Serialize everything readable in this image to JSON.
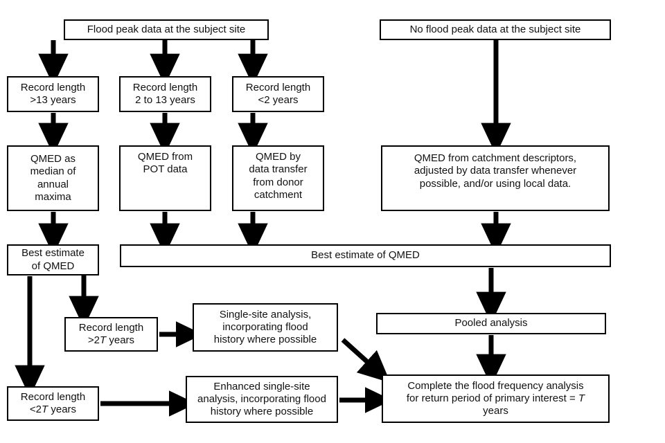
{
  "diagram": {
    "title": "Flood frequency estimation procedure flowchart",
    "background_color": "#ffffff",
    "line_color": "#000000",
    "text_color": "#111111",
    "nodes": {
      "flood_peak_data": "Flood peak data at the subject site",
      "no_flood_peak_data": "No flood peak data at the subject site",
      "record_gt13": "Record length\n>13 years",
      "record_2to13": "Record length\n2 to 13 years",
      "record_lt2": "Record length\n<2 years",
      "qmed_annual_maxima": "QMED as\nmedian of\nannual\nmaxima",
      "qmed_pot": "QMED from\nPOT data",
      "qmed_data_transfer": "QMED by\ndata transfer\nfrom donor\ncatchment",
      "qmed_catchment_descriptors": "QMED from catchment descriptors,\nadjusted by data transfer whenever\npossible, and/or using local data.",
      "best_estimate_left": "Best estimate\nof QMED",
      "best_estimate_wide": "Best estimate of QMED",
      "record_gt2T_pre": "Record length\n>2",
      "record_gt2T_italic": "T",
      "record_gt2T_post": " years",
      "record_lt2T_pre": "Record length\n<2",
      "record_lt2T_italic": "T",
      "record_lt2T_post": " years",
      "single_site": "Single-site analysis,\nincorporating flood\nhistory where possible",
      "enhanced_single_site": "Enhanced single-site\nanalysis, incorporating flood\nhistory where possible",
      "pooled_analysis": "Pooled analysis",
      "complete_pre": "Complete the flood frequency analysis\nfor return period of primary interest = ",
      "complete_italic": "T",
      "complete_post": "\nyears"
    },
    "edges": [
      {
        "from": "flood_peak_data",
        "to": "record_gt13",
        "kind": "vertical"
      },
      {
        "from": "flood_peak_data",
        "to": "record_2to13",
        "kind": "vertical"
      },
      {
        "from": "flood_peak_data",
        "to": "record_lt2",
        "kind": "vertical"
      },
      {
        "from": "no_flood_peak_data",
        "to": "qmed_catchment_descriptors",
        "kind": "vertical"
      },
      {
        "from": "record_gt13",
        "to": "qmed_annual_maxima",
        "kind": "vertical"
      },
      {
        "from": "record_2to13",
        "to": "qmed_pot",
        "kind": "vertical"
      },
      {
        "from": "record_lt2",
        "to": "qmed_data_transfer",
        "kind": "vertical"
      },
      {
        "from": "qmed_annual_maxima",
        "to": "best_estimate_left",
        "kind": "vertical"
      },
      {
        "from": "qmed_pot",
        "to": "best_estimate_wide",
        "kind": "vertical"
      },
      {
        "from": "qmed_data_transfer",
        "to": "best_estimate_wide",
        "kind": "vertical"
      },
      {
        "from": "qmed_catchment_descriptors",
        "to": "best_estimate_wide",
        "kind": "vertical"
      },
      {
        "from": "best_estimate_left",
        "to": "record_lt2T",
        "kind": "vertical"
      },
      {
        "from": "best_estimate_wide",
        "to": "record_gt2T",
        "kind": "vertical"
      },
      {
        "from": "best_estimate_wide",
        "to": "pooled_analysis",
        "kind": "vertical"
      },
      {
        "from": "record_gt2T",
        "to": "single_site",
        "kind": "horizontal"
      },
      {
        "from": "record_lt2T",
        "to": "enhanced_single_site",
        "kind": "horizontal"
      },
      {
        "from": "single_site",
        "to": "complete",
        "kind": "diagonal"
      },
      {
        "from": "enhanced_single_site",
        "to": "complete",
        "kind": "horizontal"
      },
      {
        "from": "pooled_analysis",
        "to": "complete",
        "kind": "vertical"
      }
    ]
  }
}
